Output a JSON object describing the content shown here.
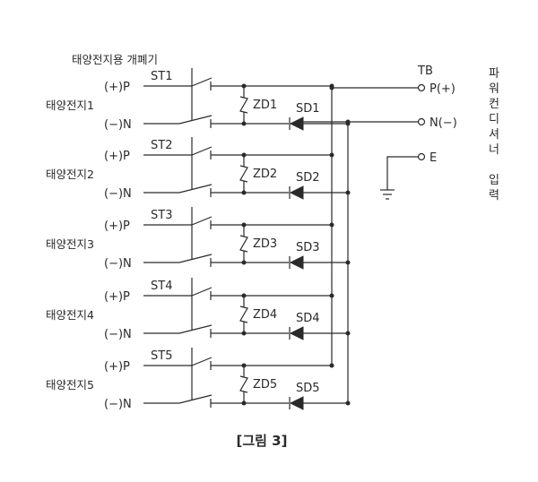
{
  "diagram": {
    "switch_group_label": "태양전지용 개폐기",
    "terminal_block_label": "TB",
    "terminals": [
      "P(+)",
      "N(−)",
      "E"
    ],
    "side_label_chars": [
      "파",
      "워",
      "컨",
      "디",
      "셔",
      "너",
      "",
      "입",
      "력"
    ],
    "pos_pin_label": "(+)P",
    "neg_pin_label": "(−)N",
    "arrays": [
      {
        "name": "태양전지1",
        "switch": "ST1",
        "zener": "ZD1",
        "diode": "SD1"
      },
      {
        "name": "태양전지2",
        "switch": "ST2",
        "zener": "ZD2",
        "diode": "SD2"
      },
      {
        "name": "태양전지3",
        "switch": "ST3",
        "zener": "ZD3",
        "diode": "SD3"
      },
      {
        "name": "태양전지4",
        "switch": "ST4",
        "zener": "ZD4",
        "diode": "SD4"
      },
      {
        "name": "태양전지5",
        "switch": "ST5",
        "zener": "ZD5",
        "diode": "SD5"
      }
    ],
    "caption": "[그림 3]"
  }
}
